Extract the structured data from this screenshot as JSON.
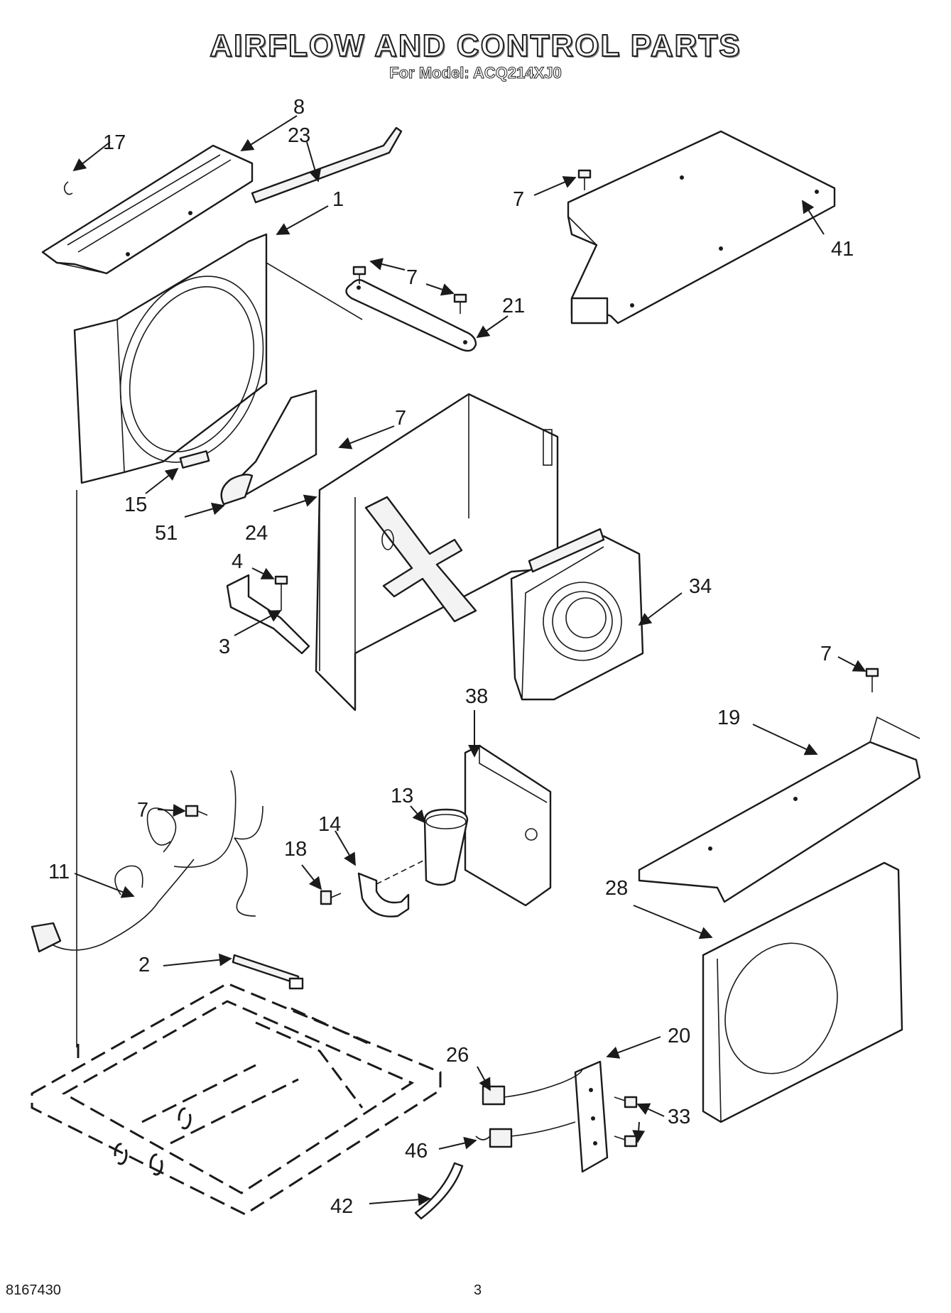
{
  "header": {
    "title": "AIRFLOW AND CONTROL PARTS",
    "subtitle": "For Model: ACQ214XJ0"
  },
  "footer": {
    "doc_number": "8167430",
    "page_number": "3"
  },
  "callouts": [
    "8",
    "17",
    "23",
    "1",
    "7",
    "21",
    "41",
    "7",
    "7",
    "7",
    "15",
    "51",
    "24",
    "4",
    "3",
    "34",
    "7",
    "38",
    "19",
    "13",
    "14",
    "18",
    "7",
    "11",
    "28",
    "2",
    "20",
    "26",
    "33",
    "46",
    "42"
  ]
}
